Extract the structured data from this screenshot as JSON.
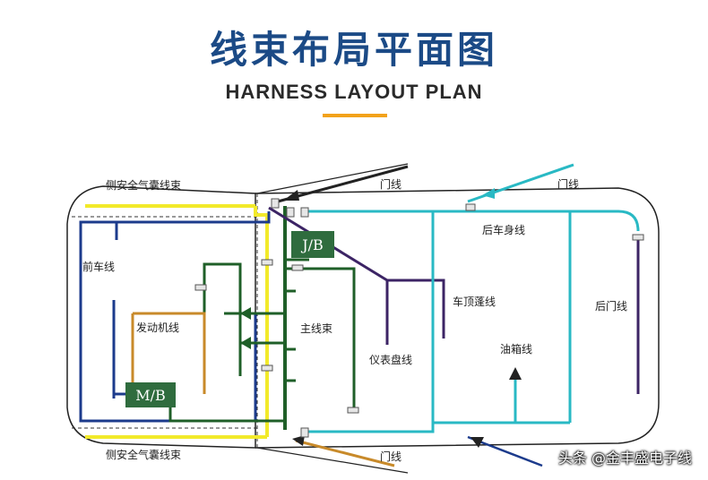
{
  "header": {
    "title": "线束布局平面图",
    "subtitle": "HARNESS LAYOUT PLAN"
  },
  "diagram": {
    "labels": {
      "side_airbag_top": "侧安全气囊线束",
      "side_airbag_bottom": "侧安全气囊线束",
      "front_harness": "前车线",
      "engine_harness": "发动机线",
      "main_harness": "主线束",
      "instrument_harness": "仪表盘线",
      "roof_harness": "车顶蓬线",
      "fuel_tank_harness": "油箱线",
      "rear_body_harness": "后车身线",
      "rear_door_harness": "后门线",
      "door_front_top": "门线",
      "door_rear_top": "门线",
      "door_front_bottom": "门线",
      "jb_box": "J/B",
      "mb_box": "M/B"
    },
    "colors": {
      "yellow": "#f2ea2a",
      "dark_blue": "#1c3b8c",
      "cyan": "#29b9c4",
      "green": "#1f5f28",
      "purple": "#3c2465",
      "orange": "#c88a2a",
      "box_green": "#2f6c3e"
    }
  },
  "watermark": "头条 @金丰盛电子线"
}
